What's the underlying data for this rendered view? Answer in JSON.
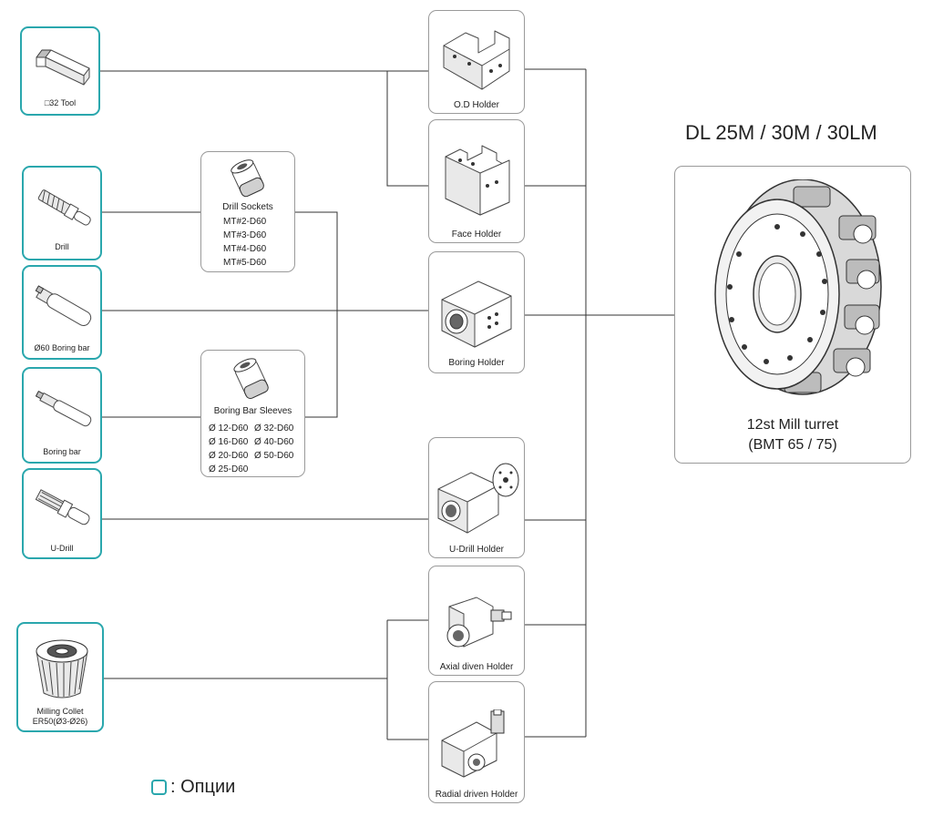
{
  "title": "DL 25M / 30M / 30LM",
  "legend": {
    "text": ": Опции"
  },
  "turret": {
    "line1": "12st Mill turret",
    "line2": "(BMT 65 / 75)"
  },
  "tools": [
    {
      "label": "□32 Tool"
    },
    {
      "label": "Drill"
    },
    {
      "label": "Ø60 Boring bar"
    },
    {
      "label": "Boring bar"
    },
    {
      "label": "U-Drill"
    },
    {
      "label": "Milling Collet",
      "label2": "ER50(Ø3-Ø26)"
    }
  ],
  "adapters": {
    "drill_sockets": {
      "title": "Drill Sockets",
      "items": [
        "MT#2-D60",
        "MT#3-D60",
        "MT#4-D60",
        "MT#5-D60"
      ]
    },
    "boring_sleeves": {
      "title": "Boring Bar Sleeves",
      "items": [
        "Ø 12-D60",
        "Ø 32-D60",
        "Ø 16-D60",
        "Ø 40-D60",
        "Ø 20-D60",
        "Ø 50-D60",
        "Ø 25-D60"
      ]
    }
  },
  "holders": [
    {
      "label": "O.D Holder"
    },
    {
      "label": "Face Holder"
    },
    {
      "label": "Boring Holder"
    },
    {
      "label": "U-Drill Holder"
    },
    {
      "label": "Axial diven Holder"
    },
    {
      "label": "Radial driven Holder"
    }
  ],
  "colors": {
    "option_border": "#2aa7ad",
    "line": "#333333",
    "box_border": "#9a9a9a"
  }
}
